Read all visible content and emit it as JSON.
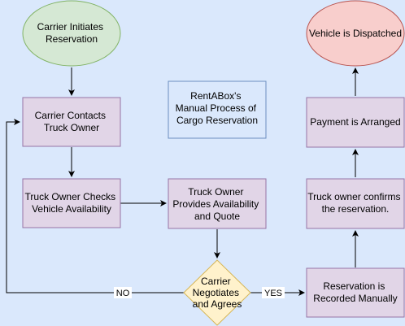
{
  "colors": {
    "background": "#dae8fc",
    "process_fill": "#e1d5e7",
    "process_stroke": "#9673a6",
    "start_fill": "#d5e8d4",
    "start_stroke": "#82b366",
    "end_fill": "#f8cecc",
    "end_stroke": "#b85450",
    "decision_fill": "#fff2cc",
    "decision_stroke": "#d6b656",
    "note_fill": "#dae8fc",
    "note_stroke": "#6c8ebf",
    "edge": "#000000"
  },
  "nodes": {
    "start": [
      "Carrier Initiates",
      "Reservation"
    ],
    "contact": [
      "Carrier Contacts",
      "Truck Owner"
    ],
    "check": [
      "Truck Owner Checks",
      "Vehicle Availability"
    ],
    "provide": [
      "Truck Owner",
      "Provides Availability",
      "and Quote"
    ],
    "decision": [
      "Carrier",
      "Negotiates",
      "and Agrees"
    ],
    "record": [
      "Reservation is",
      "Recorded Manually"
    ],
    "confirm": [
      "Truck owner confirms",
      "the reservation."
    ],
    "payment": [
      "Payment is Arranged"
    ],
    "end": [
      "Vehicle is Dispatched"
    ],
    "note": [
      "RentABox's",
      "Manual Process of",
      "Cargo Reservation"
    ]
  },
  "edges": {
    "no_label": "NO",
    "yes_label": "YES"
  }
}
